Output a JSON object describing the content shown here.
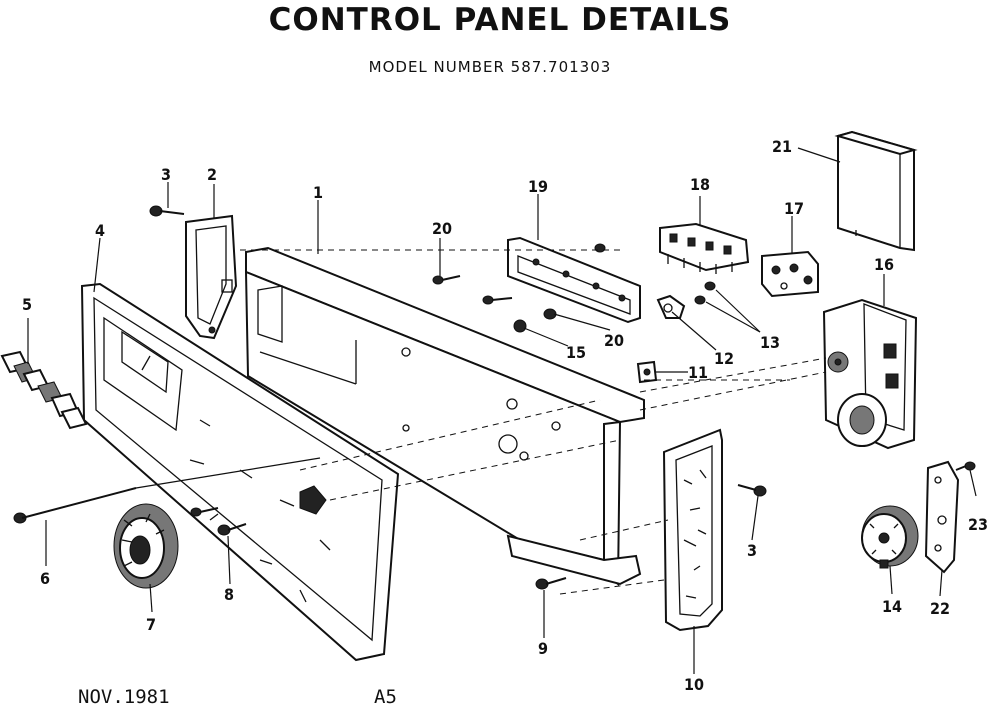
{
  "title": "CONTROL PANEL DETAILS",
  "subtitle": "MODEL NUMBER 587.701303",
  "footer": {
    "date": "NOV.1981",
    "code": "A5"
  },
  "callouts": [
    "1",
    "2",
    "3",
    "3",
    "4",
    "5",
    "6",
    "7",
    "8",
    "9",
    "10",
    "11",
    "12",
    "13",
    "14",
    "15",
    "16",
    "17",
    "18",
    "19",
    "20",
    "20",
    "21",
    "22",
    "23"
  ]
}
